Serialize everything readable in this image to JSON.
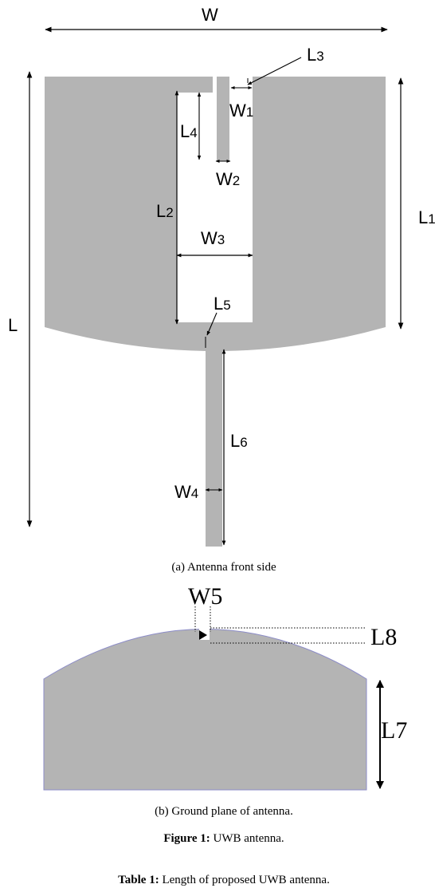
{
  "front": {
    "labels": {
      "W": "W",
      "L": "L",
      "L1": "L1",
      "L2": "L2",
      "L3": "L3",
      "L4": "L4",
      "L5": "L5",
      "L6": "L6",
      "W1": "W1",
      "W2": "W2",
      "W3": "W3",
      "W4": "W4"
    },
    "caption": "(a) Antenna front side"
  },
  "ground": {
    "labels": {
      "W5": "W5",
      "L7": "L7",
      "L8": "L8"
    },
    "caption": "(b) Ground plane of antenna."
  },
  "figure_caption": {
    "label": "Figure 1:",
    "text": " UWB antenna."
  },
  "table_caption": {
    "label": "Table 1:",
    "text": " Length of proposed UWB antenna."
  },
  "colors": {
    "metal": "#b4b4b4",
    "ground_outline": "#8c8cc8",
    "line": "#000000"
  }
}
